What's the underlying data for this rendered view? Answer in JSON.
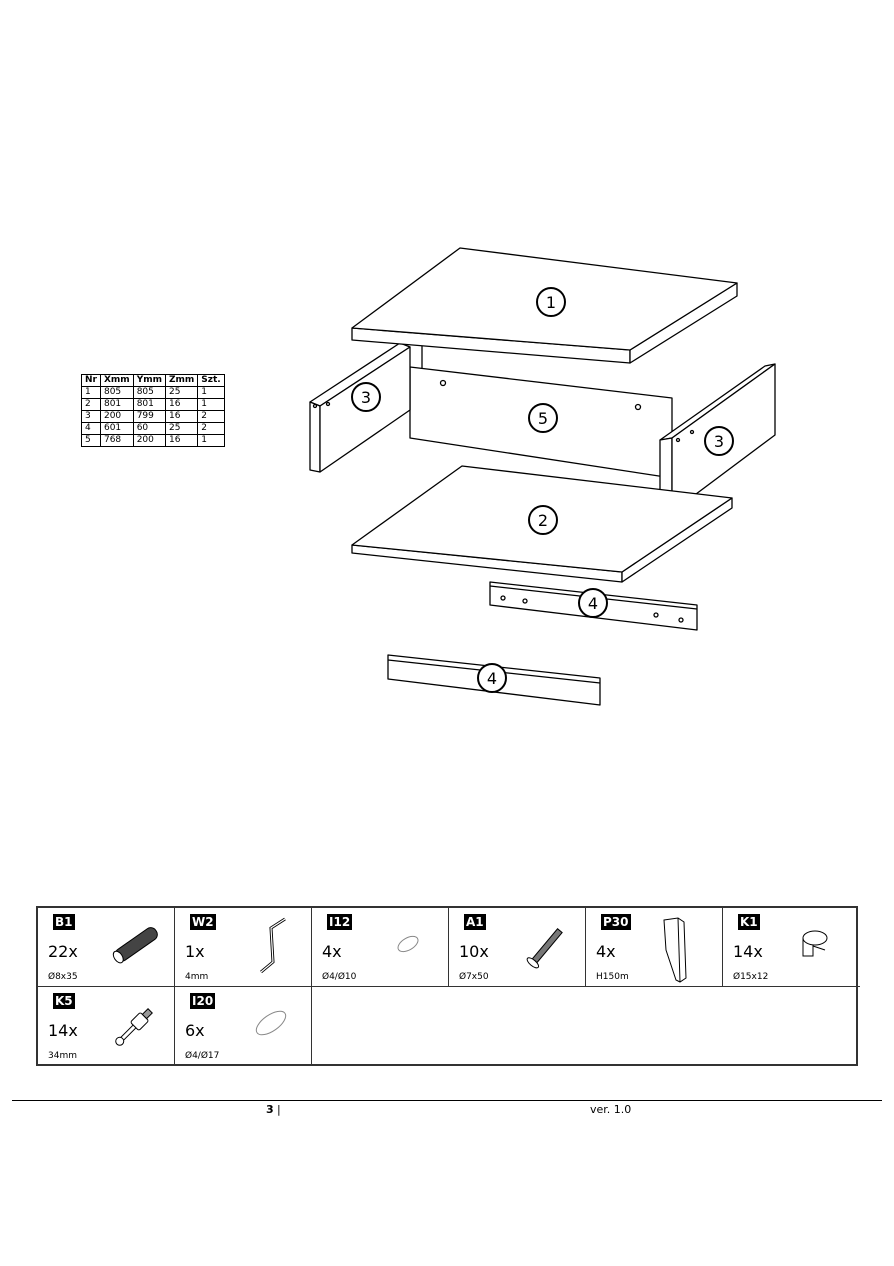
{
  "parts_table": {
    "headers": [
      "Nr",
      "Xmm",
      "Ymm",
      "Zmm",
      "Szt."
    ],
    "rows": [
      [
        "1",
        "805",
        "805",
        "25",
        "1"
      ],
      [
        "2",
        "801",
        "801",
        "16",
        "1"
      ],
      [
        "3",
        "200",
        "799",
        "16",
        "2"
      ],
      [
        "4",
        "601",
        "60",
        "25",
        "2"
      ],
      [
        "5",
        "768",
        "200",
        "16",
        "1"
      ]
    ]
  },
  "part_labels": [
    "1",
    "3",
    "5",
    "3",
    "2",
    "4",
    "4"
  ],
  "hardware": [
    {
      "code": "B1",
      "qty": "22x",
      "dim": "Ø8x35",
      "icon": "dowel-icon"
    },
    {
      "code": "W2",
      "qty": "1x",
      "dim": "4mm",
      "icon": "allen-key-icon"
    },
    {
      "code": "I12",
      "qty": "4x",
      "dim": "Ø4/Ø10",
      "icon": "cap-icon"
    },
    {
      "code": "A1",
      "qty": "10x",
      "dim": "Ø7x50",
      "icon": "screw-icon"
    },
    {
      "code": "P30",
      "qty": "4x",
      "dim": "H150m",
      "icon": "leg-icon"
    },
    {
      "code": "K1",
      "qty": "14x",
      "dim": "Ø15x12",
      "icon": "cam-lock-icon"
    },
    {
      "code": "K5",
      "qty": "14x",
      "dim": "34mm",
      "icon": "cam-bolt-icon"
    },
    {
      "code": "I20",
      "qty": "6x",
      "dim": "Ø4/Ø17",
      "icon": "large-cap-icon"
    }
  ],
  "footer": {
    "page": "3",
    "separator": "|",
    "version": "ver. 1.0"
  }
}
